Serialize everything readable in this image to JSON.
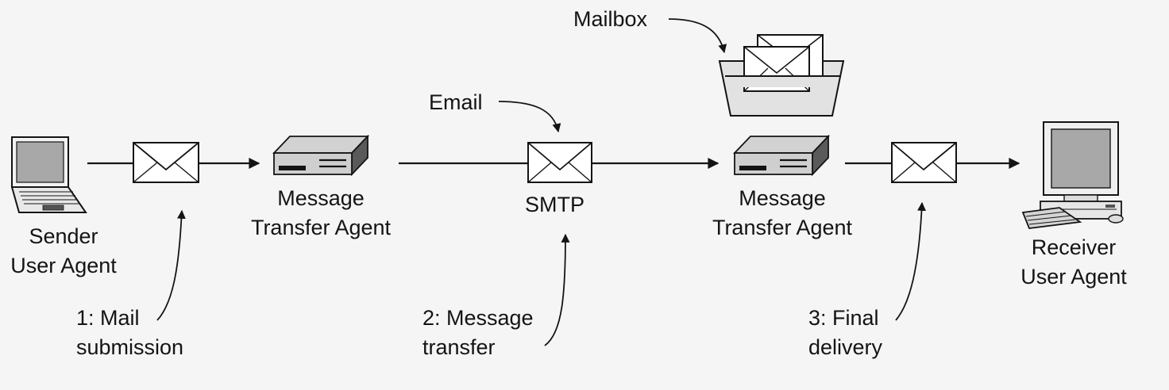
{
  "diagram": {
    "mailbox_label": "Mailbox",
    "email_label": "Email",
    "smtp_label": "SMTP",
    "sender": {
      "line1": "Sender",
      "line2": "User Agent"
    },
    "mta_left": {
      "line1": "Message",
      "line2": "Transfer Agent"
    },
    "mta_right": {
      "line1": "Message",
      "line2": "Transfer Agent"
    },
    "receiver": {
      "line1": "Receiver",
      "line2": "User Agent"
    },
    "steps": [
      {
        "line1": "1: Mail",
        "line2": "submission"
      },
      {
        "line1": "2: Message",
        "line2": "transfer"
      },
      {
        "line1": "3: Final",
        "line2": "delivery"
      }
    ]
  },
  "colors": {
    "background": "#f5f5f5",
    "ink": "#141414",
    "device_dark": "#555555",
    "screen_gray": "#a8a8a8",
    "mailbox_fill": "#e2e2e2"
  },
  "icons": [
    "laptop-icon",
    "envelope-icon",
    "router-icon",
    "mailbox-icon",
    "desktop-computer-icon"
  ]
}
